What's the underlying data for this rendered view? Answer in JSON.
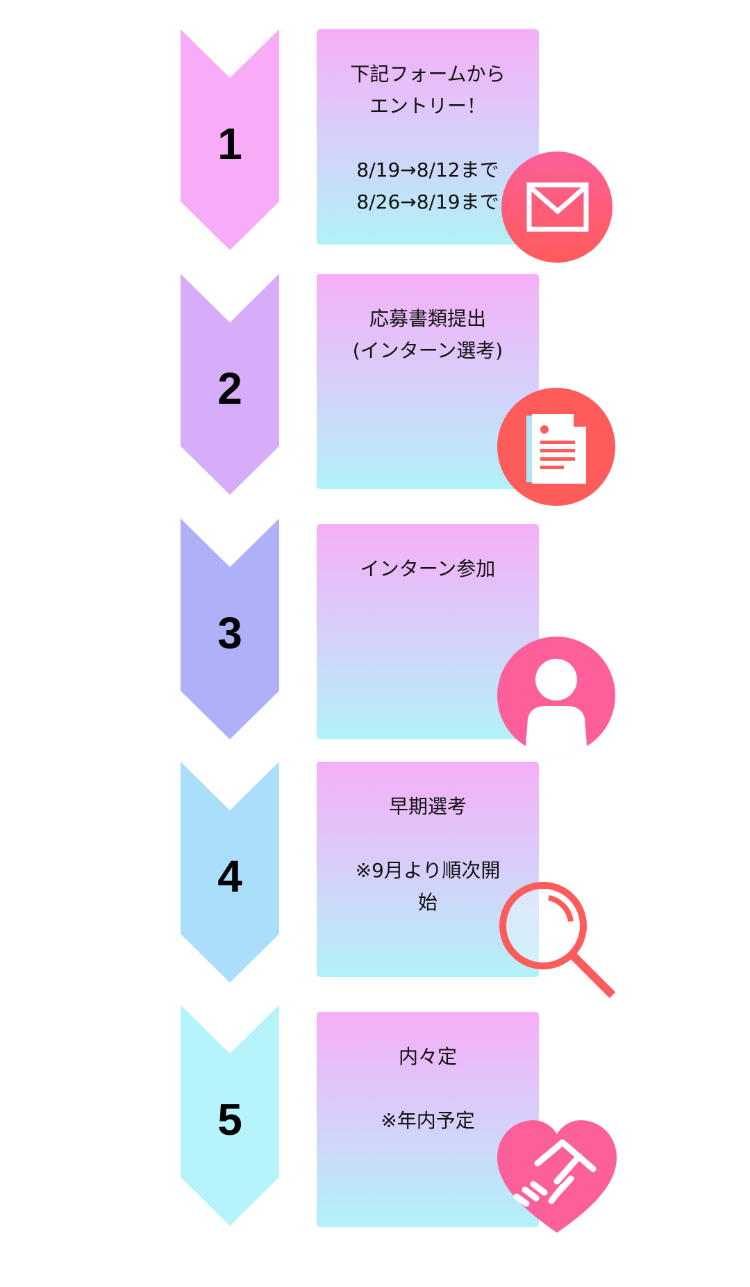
{
  "steps": [
    {
      "number": "1",
      "text": "下記フォームから\nエントリー！\n\n8/19→8/12まで\n8/26→8/19まで",
      "chevron_color": "#f8acf8",
      "icon": "mail-icon"
    },
    {
      "number": "2",
      "text": "応募書類提出\n(インターン選考)",
      "chevron_color": "#d7acf8",
      "icon": "document-icon"
    },
    {
      "number": "3",
      "text": "インターン参加",
      "chevron_color": "#aeb1f8",
      "icon": "person-icon"
    },
    {
      "number": "4",
      "text": "早期選考\n\n※9月より順次開\n始",
      "chevron_color": "#abdefa",
      "icon": "magnifier-icon"
    },
    {
      "number": "5",
      "text": "内々定\n\n※年内予定",
      "chevron_color": "#b4f4fa",
      "icon": "handshake-heart-icon"
    }
  ],
  "colors": {
    "card_gradient_top": "#f6aef7",
    "card_gradient_bottom": "#b1f2f8",
    "icon_red": "#fe5b5b",
    "icon_pink": "#fc5f99"
  }
}
